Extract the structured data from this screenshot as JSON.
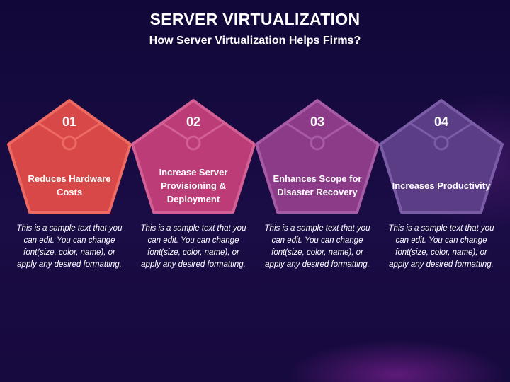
{
  "header": {
    "title": "SERVER VIRTUALIZATION",
    "subtitle": "How Server Virtualization Helps Firms?"
  },
  "cards": [
    {
      "number": "01",
      "label": "Reduces Hardware Costs",
      "description": "This is a sample text that you can edit. You can change font(size, color, name), or apply any desired formatting.",
      "fill": "#d94848",
      "stroke": "#ec6a62"
    },
    {
      "number": "02",
      "label": "Increase Server Provisioning & Deployment",
      "description": "This is a sample text that you can edit. You can change font(size, color, name), or apply any desired formatting.",
      "fill": "#bb3c76",
      "stroke": "#d35f94"
    },
    {
      "number": "03",
      "label": "Enhances Scope for Disaster Recovery",
      "description": "This is a sample text that you can edit. You can change font(size, color, name), or apply any desired formatting.",
      "fill": "#8b3b88",
      "stroke": "#a85ba5"
    },
    {
      "number": "04",
      "label": "Increases Productivity",
      "description": "This is a sample text that you can edit. You can change font(size, color, name), or apply any desired formatting.",
      "fill": "#5b3d86",
      "stroke": "#7a5ca6"
    }
  ]
}
